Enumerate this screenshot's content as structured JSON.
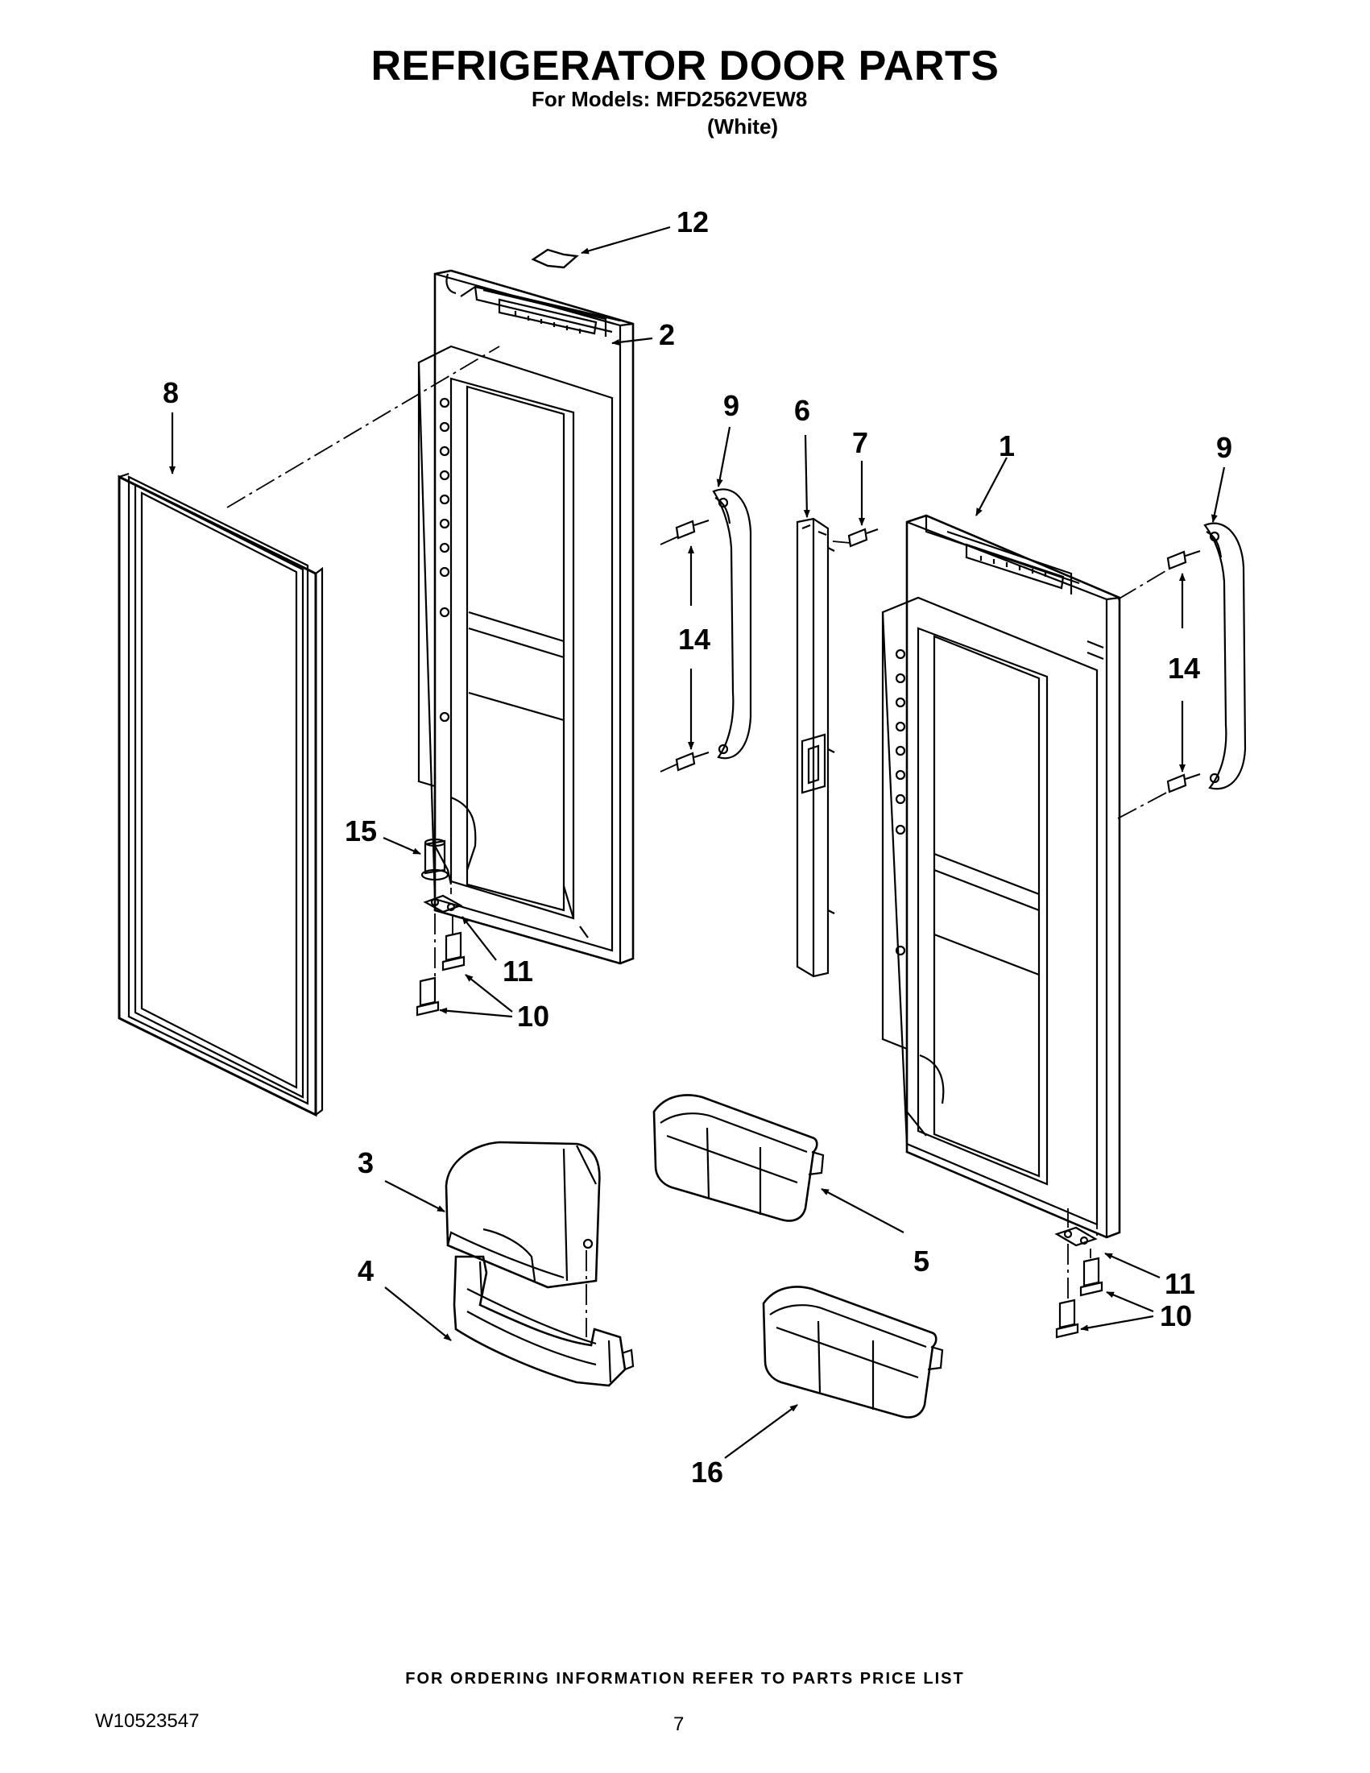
{
  "header": {
    "title": "REFRIGERATOR DOOR PARTS",
    "models_line": "For Models: MFD2562VEW8",
    "variant": "(White)"
  },
  "callouts": {
    "c1": "1",
    "c2": "2",
    "c3": "3",
    "c4": "4",
    "c5": "5",
    "c6": "6",
    "c7": "7",
    "c8": "8",
    "c9a": "9",
    "c9b": "9",
    "c10a": "10",
    "c10b": "10",
    "c11a": "11",
    "c11b": "11",
    "c12": "12",
    "c14a": "14",
    "c14b": "14",
    "c15": "15",
    "c16": "16"
  },
  "footer": {
    "ordering_note": "FOR ORDERING INFORMATION REFER TO PARTS PRICE LIST",
    "doc_number": "W10523547",
    "page_number": "7"
  }
}
